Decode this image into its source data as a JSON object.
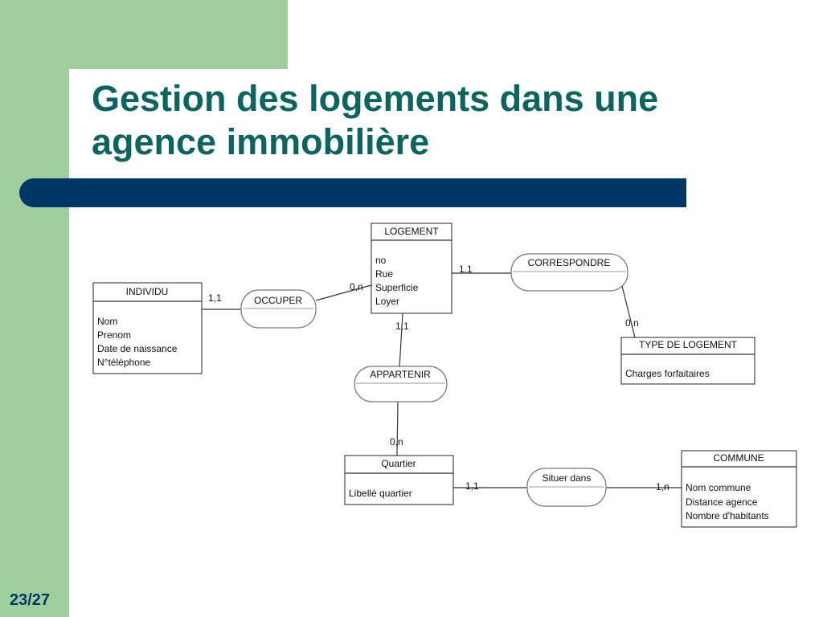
{
  "slide": {
    "title_line1": "Gestion des logements dans une",
    "title_line2": "agence immobilière",
    "page_number": "23/27",
    "colors": {
      "green": "#9fcf9c",
      "title": "#0a6460",
      "bar": "#003865"
    }
  },
  "entities": {
    "individu": {
      "name": "INDIVIDU",
      "attributes": [
        "Nom",
        "Prenom",
        "Date de naissance",
        "N°téléphone"
      ]
    },
    "logement": {
      "name": "LOGEMENT",
      "attributes": [
        "no",
        "Rue",
        "Superficie",
        "Loyer"
      ]
    },
    "type_logement": {
      "name": "TYPE DE LOGEMENT",
      "attributes": [
        "Charges forfaitaires"
      ]
    },
    "quartier": {
      "name": "Quartier",
      "attributes": [
        "Libellé quartier"
      ]
    },
    "commune": {
      "name": "COMMUNE",
      "attributes": [
        "Nom commune",
        "Distance agence",
        "Nombre d'habitants"
      ]
    }
  },
  "relations": {
    "occuper": "OCCUPER",
    "correspondre": "CORRESPONDRE",
    "appartenir": "APPARTENIR",
    "situer": "Situer dans"
  },
  "cardinalities": {
    "individu_occuper": "1,1",
    "logement_occuper": "0,n",
    "logement_correspondre": "1,1",
    "type_correspondre": "0,n",
    "logement_appartenir": "1,1",
    "quartier_appartenir": "0,n",
    "quartier_situer": "1,1",
    "commune_situer": "1,n"
  }
}
